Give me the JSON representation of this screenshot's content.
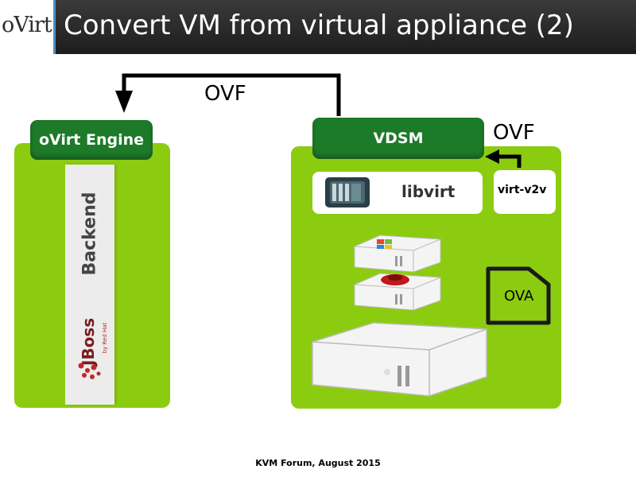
{
  "header": {
    "logo": "oVirt",
    "title": "Convert VM from virtual appliance (2)"
  },
  "diagram": {
    "engine_label": "oVirt Engine",
    "backend_label": "Backend",
    "jboss_logo": "JBoss",
    "jboss_tagline": "by Red Hat",
    "vdsm_label": "VDSM",
    "libvirt_label": "libvirt",
    "virtv2v_label": "virt-v2v",
    "ova_label": "OVA",
    "ovf_top": "OVF",
    "ovf_right": "OVF"
  },
  "colors": {
    "panel_green": "#8ccc10",
    "label_green": "#1d7a28",
    "header_bg": "#262626"
  },
  "footer": {
    "text": "KVM Forum, August 2015"
  }
}
